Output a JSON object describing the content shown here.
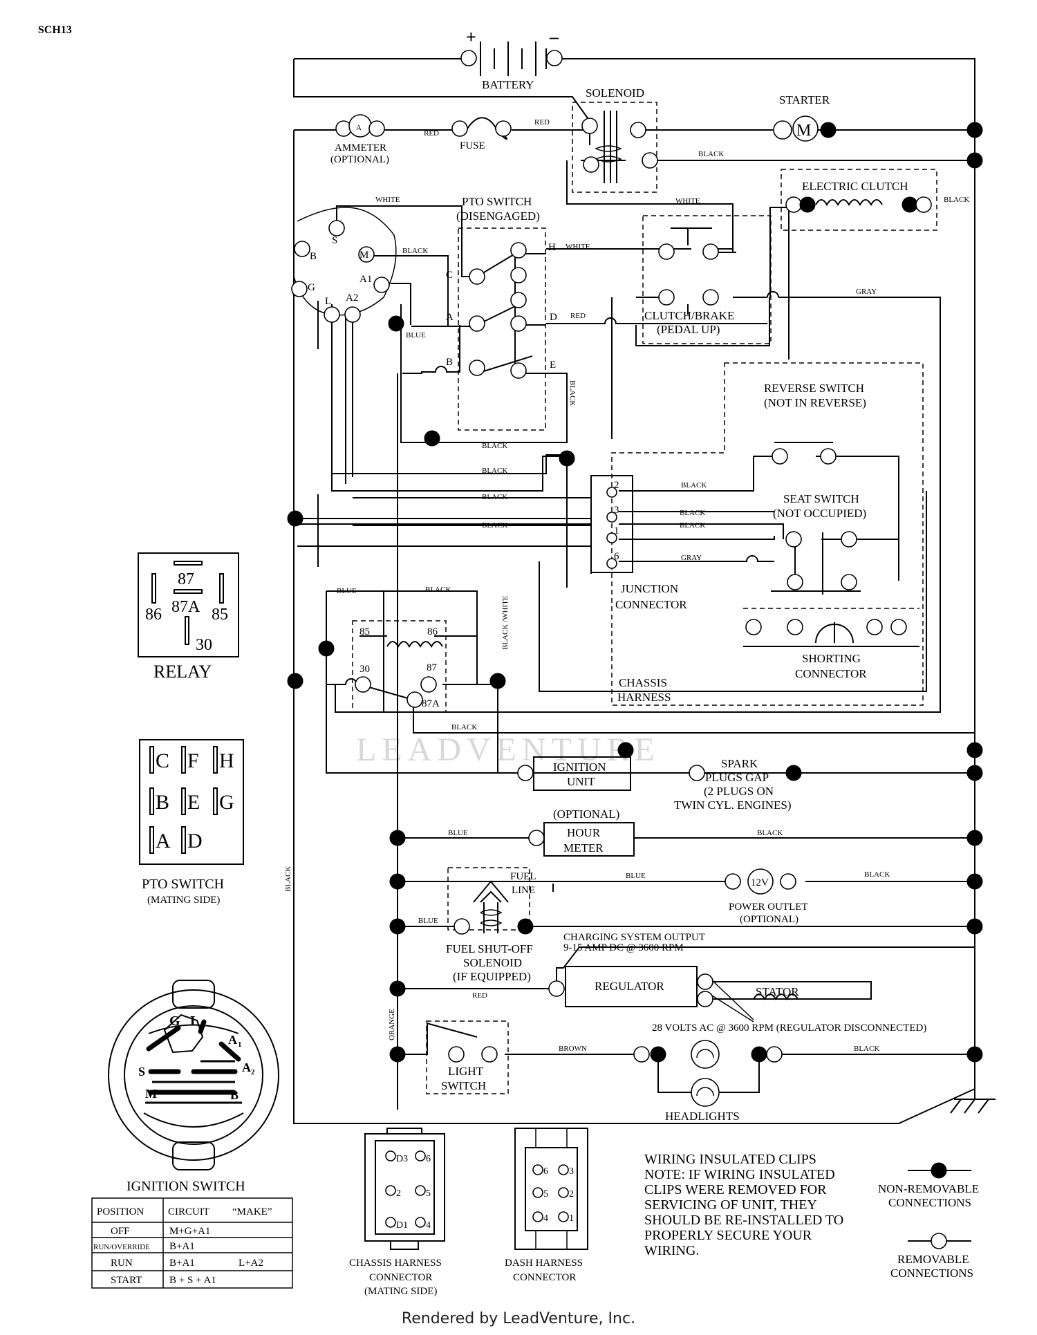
{
  "page": {
    "id": "SCH13",
    "footer": "Rendered by LeadVenture, Inc.",
    "watermark": "LEADVENTURE"
  },
  "components": {
    "battery": "BATTERY",
    "battery_plus": "+",
    "battery_minus": "–",
    "solenoid": "SOLENOID",
    "starter": "STARTER",
    "starter_symbol": "M",
    "ammeter": "AMMETER",
    "ammeter_note": "(OPTIONAL)",
    "ammeter_symbol": "A",
    "fuse": "FUSE",
    "pto_switch": "PTO SWITCH",
    "pto_switch_note": "(DISENGAGED)",
    "electric_clutch": "ELECTRIC CLUTCH",
    "clutch_brake": "CLUTCH/BRAKE",
    "clutch_brake_note": "(PEDAL UP)",
    "reverse_switch": "REVERSE SWITCH",
    "reverse_switch_note": "(NOT IN REVERSE)",
    "seat_switch": "SEAT SWITCH",
    "seat_switch_note": "(NOT OCCUPIED)",
    "junction_connector_1": "JUNCTION",
    "junction_connector_2": "CONNECTOR",
    "shorting_connector_1": "SHORTING",
    "shorting_connector_2": "CONNECTOR",
    "chassis_harness_1": "CHASSIS",
    "chassis_harness_2": "HARNESS",
    "ignition_unit_1": "IGNITION",
    "ignition_unit_2": "UNIT",
    "spark_plugs_1": "SPARK",
    "spark_plugs_2": "PLUGS GAP",
    "spark_plugs_3": "(2 PLUGS ON",
    "spark_plugs_4": "TWIN CYL. ENGINES)",
    "hour_meter_note": "(OPTIONAL)",
    "hour_meter_1": "HOUR",
    "hour_meter_2": "METER",
    "fuel_line_1": "FUEL",
    "fuel_line_2": "LINE",
    "power_outlet_symbol": "12V",
    "power_outlet": "POWER OUTLET",
    "power_outlet_note": "(OPTIONAL)",
    "fuel_solenoid_1": "FUEL SHUT-OFF",
    "fuel_solenoid_2": "SOLENOID",
    "fuel_solenoid_3": "(IF EQUIPPED)",
    "charging_1": "CHARGING SYSTEM OUTPUT",
    "charging_2": "9-15 AMP DC @ 3600 RPM",
    "regulator": "REGULATOR",
    "stator": "STATOR",
    "volts_ac": "28 VOLTS AC @ 3600 RPM (REGULATOR DISCONNECTED)",
    "light_switch_1": "LIGHT",
    "light_switch_2": "SWITCH",
    "headlights": "HEADLIGHTS",
    "relay_85": "85",
    "relay_86": "86",
    "relay_30": "30",
    "relay_87": "87",
    "relay_87a": "87A"
  },
  "ignition_labels": {
    "B": "B",
    "S": "S",
    "M": "M",
    "A1": "A1",
    "A2": "A2",
    "L": "L",
    "G": "G"
  },
  "pto_labels": {
    "C": "C",
    "A": "A",
    "B": "B",
    "H": "H",
    "D": "D",
    "E": "E"
  },
  "junction_pins": {
    "p2": "2",
    "p3": "3",
    "p1": "1",
    "p6": "6"
  },
  "wires": {
    "red_1": "RED",
    "red_2": "RED",
    "black_starter": "BLACK",
    "white_top": "WHITE",
    "white_clutch": "WHITE",
    "black_m": "BLACK",
    "white_h": "WHITE",
    "black_clutch": "BLACK",
    "gray_top": "GRAY",
    "red_d": "RED",
    "blue_a1": "BLUE",
    "black_e": "BLACK",
    "black_r1": "BLACK",
    "black_r2": "BLACK",
    "black_r3": "BLACK",
    "black_r4": "BLACK",
    "black_j2": "BLACK",
    "black_j3": "BLACK",
    "black_j1": "BLACK",
    "gray_j6": "GRAY",
    "blue_relay": "BLUE",
    "black_relay": "BLACK",
    "black_white": "BLACK /WHITE",
    "black_87a": "BLACK",
    "black_left": "BLACK",
    "blue_hour": "BLUE",
    "black_hour": "BLACK",
    "blue_outlet": "BLUE",
    "black_outlet": "BLACK",
    "blue_fuel": "BLUE",
    "red_reg": "RED",
    "orange": "ORANGE",
    "brown": "BROWN",
    "black_head": "BLACK"
  },
  "relay_legend": {
    "title": "RELAY",
    "p87": "87",
    "p87a": "87A",
    "p86": "86",
    "p85": "85",
    "p30": "30"
  },
  "pto_mating": {
    "title": "PTO SWITCH",
    "subtitle": "(MATING SIDE)",
    "rows": [
      [
        "C",
        "F",
        "H"
      ],
      [
        "B",
        "E",
        "G"
      ],
      [
        "A",
        "D"
      ]
    ]
  },
  "ignition_switch": {
    "title": "IGNITION SWITCH",
    "face": {
      "G": "G",
      "L": "L",
      "A1": "A",
      "A1s": "1",
      "S": "S",
      "A2": "A",
      "A2s": "2",
      "M": "M",
      "B": "B"
    },
    "table": {
      "headers": [
        "POSITION",
        "CIRCUIT",
        "“MAKE”"
      ],
      "rows": [
        {
          "position": "OFF",
          "circuit": "M+G+A1",
          "extra": ""
        },
        {
          "position": "RUN/OVERRIDE",
          "circuit": "B+A1",
          "extra": ""
        },
        {
          "position": "RUN",
          "circuit": "B+A1",
          "extra": "L+A2"
        },
        {
          "position": "START",
          "circuit": "B + S + A1",
          "extra": ""
        }
      ]
    }
  },
  "chassis_connector": {
    "l1": "CHASSIS HARNESS",
    "l2": "CONNECTOR",
    "l3": "(MATING SIDE)",
    "pins": [
      "D",
      "3",
      "6",
      "2",
      "5",
      "1",
      "4"
    ]
  },
  "dash_connector": {
    "l1": "DASH HARNESS",
    "l2": "CONNECTOR",
    "pins": [
      "6",
      "3",
      "5",
      "2",
      "4",
      "1"
    ]
  },
  "note": {
    "title": "WIRING INSULATED CLIPS",
    "lines": [
      "NOTE:  IF WIRING INSULATED",
      "CLIPS WERE REMOVED FOR",
      "SERVICING OF UNIT, THEY",
      "SHOULD BE RE-INSTALLED TO",
      "PROPERLY SECURE YOUR",
      "WIRING."
    ]
  },
  "legend": {
    "non_removable_1": "NON-REMOVABLE",
    "non_removable_2": "CONNECTIONS",
    "removable_1": "REMOVABLE",
    "removable_2": "CONNECTIONS"
  }
}
